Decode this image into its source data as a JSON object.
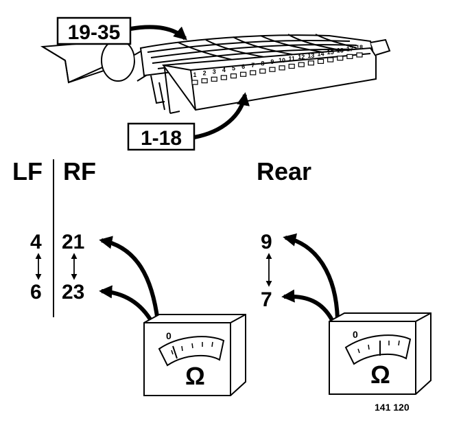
{
  "connector": {
    "pin_range_top_label": "19-35",
    "pin_range_bottom_label": "1-18",
    "pin_numbers": [
      "1",
      "2",
      "3",
      "4",
      "5",
      "6",
      "7",
      "8",
      "9",
      "10",
      "11",
      "12",
      "13",
      "14",
      "15",
      "16",
      "17",
      "18"
    ]
  },
  "headings": {
    "left_front": "LF",
    "right_front": "RF",
    "rear": "Rear"
  },
  "pins": {
    "lf_top": "4",
    "lf_bottom": "6",
    "rf_top": "21",
    "rf_bottom": "23",
    "rear_top": "9",
    "rear_bottom": "7"
  },
  "meters": {
    "left": {
      "zero_label": "0",
      "unit_symbol": "Ω"
    },
    "right": {
      "zero_label": "0",
      "unit_symbol": "Ω"
    }
  },
  "figure_code": "141 120"
}
